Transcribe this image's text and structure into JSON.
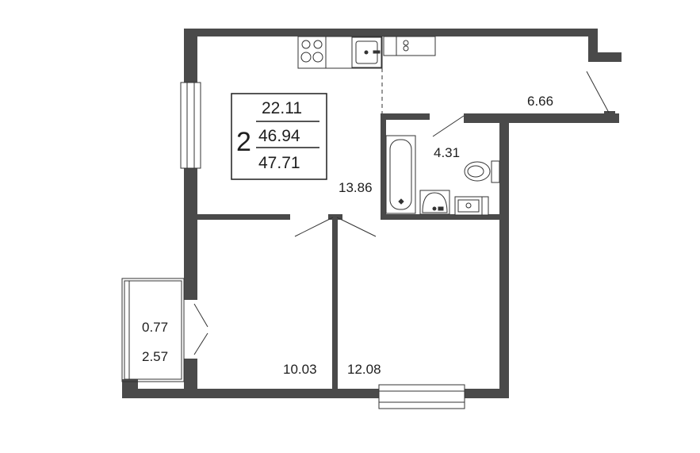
{
  "summary": {
    "rooms": "2",
    "living_area": "22.11",
    "total_area": "46.94",
    "total_with_balcony": "47.71"
  },
  "rooms": {
    "kitchen_living": "13.86",
    "bathroom": "4.31",
    "hallway": "6.66",
    "bedroom_left": "10.03",
    "bedroom_right": "12.08",
    "balcony_reduced": "0.77",
    "balcony_full": "2.57"
  },
  "colors": {
    "wall": "#4a4a4a",
    "fixture_stroke": "#333333",
    "background": "#ffffff"
  }
}
